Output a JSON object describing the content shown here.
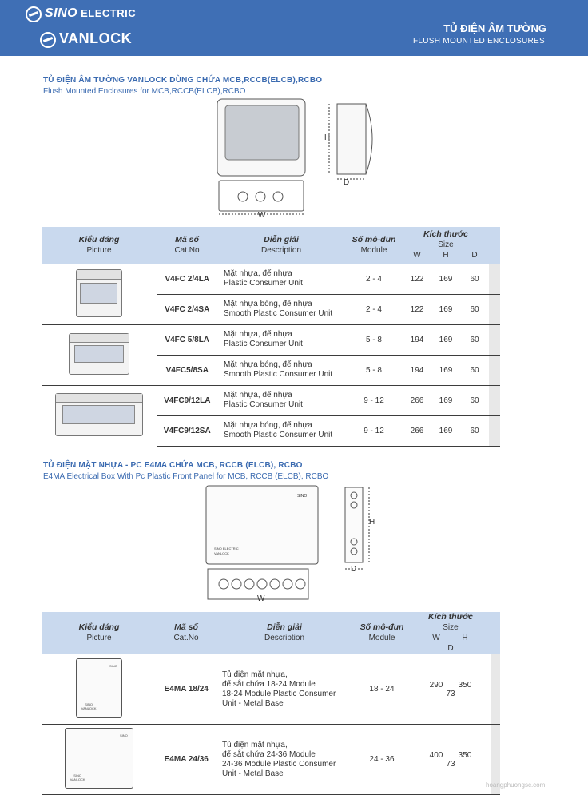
{
  "header": {
    "brand_sino": "SINO",
    "brand_electric": "ELECTRIC",
    "brand_vanlock": "VANLOCK",
    "title_vi": "TỦ ĐIỆN ÂM TƯỜNG",
    "title_en": "FLUSH MOUNTED ENCLOSURES"
  },
  "section1": {
    "title": "TỦ ĐIỆN ÂM TƯỜNG VANLOCK DÙNG CHỨA MCB,RCCB(ELCB),RCBO",
    "subtitle": "Flush Mounted Enclosures for MCB,RCCB(ELCB),RCBO",
    "dims": {
      "h": "H",
      "d": "D",
      "w": "W"
    },
    "columns": {
      "picture_vi": "Kiểu dáng",
      "picture_en": "Picture",
      "cat_vi": "Mã số",
      "cat_en": "Cat.No",
      "desc_vi": "Diễn giải",
      "desc_en": "Description",
      "module_vi": "Số mô-đun",
      "module_en": "Module",
      "size_vi": "Kích thước",
      "size_en": "Size",
      "w": "W",
      "h": "H",
      "d": "D"
    },
    "rows": [
      {
        "cat": "V4FC 2/4LA",
        "desc_vi": "Mặt nhựa, đế nhựa",
        "desc_en": "Plastic Consumer Unit",
        "module": "2 - 4",
        "w": "122",
        "h": "169",
        "d": "60"
      },
      {
        "cat": "V4FC 2/4SA",
        "desc_vi": "Mặt nhựa bóng, đế nhựa",
        "desc_en": "Smooth Plastic Consumer Unit",
        "module": "2 - 4",
        "w": "122",
        "h": "169",
        "d": "60"
      },
      {
        "cat": "V4FC 5/8LA",
        "desc_vi": "Mặt nhựa, đế nhựa",
        "desc_en": "Plastic Consumer Unit",
        "module": "5 - 8",
        "w": "194",
        "h": "169",
        "d": "60"
      },
      {
        "cat": "V4FC5/8SA",
        "desc_vi": "Mặt nhựa bóng, đế nhựa",
        "desc_en": "Smooth Plastic Consumer Unit",
        "module": "5 - 8",
        "w": "194",
        "h": "169",
        "d": "60"
      },
      {
        "cat": "V4FC9/12LA",
        "desc_vi": "Mặt nhựa, đế nhựa",
        "desc_en": "Plastic Consumer Unit",
        "module": "9 - 12",
        "w": "266",
        "h": "169",
        "d": "60"
      },
      {
        "cat": "V4FC9/12SA",
        "desc_vi": "Mặt nhựa bóng, đế nhựa",
        "desc_en": "Smooth Plastic Consumer Unit",
        "module": "9 - 12",
        "w": "266",
        "h": "169",
        "d": "60"
      }
    ]
  },
  "section2": {
    "title": "TỦ ĐIỆN MẶT NHỰA - PC E4MA CHỨA MCB, RCCB (ELCB), RCBO",
    "subtitle": "E4MA Electrical Box With Pc Plastic Front Panel for MCB, RCCB (ELCB), RCBO",
    "dims": {
      "h": "H",
      "d": "D",
      "w": "W"
    },
    "columns": {
      "picture_vi": "Kiểu dáng",
      "picture_en": "Picture",
      "cat_vi": "Mã số",
      "cat_en": "Cat.No",
      "desc_vi": "Diễn giải",
      "desc_en": "Description",
      "module_vi": "Số mô-đun",
      "module_en": "Module",
      "size_vi": "Kích thước",
      "size_en": "Size",
      "w": "W",
      "h": "H",
      "d": "D"
    },
    "rows": [
      {
        "cat": "E4MA 18/24",
        "desc_l1": "Tủ điện mặt nhựa,",
        "desc_l2": "đế sắt chứa 18-24 Module",
        "desc_l3": "18-24 Module Plastic Consumer",
        "desc_l4": "Unit - Metal Base",
        "module": "18 - 24",
        "w": "290",
        "h": "350",
        "d": "73"
      },
      {
        "cat": "E4MA 24/36",
        "desc_l1": "Tủ điện mặt nhựa,",
        "desc_l2": "đế sắt chứa 24-36 Module",
        "desc_l3": "24-36 Module Plastic Consumer",
        "desc_l4": "Unit - Metal Base",
        "module": "24 - 36",
        "w": "400",
        "h": "350",
        "d": "73"
      }
    ]
  },
  "watermark": "hoangphuongsc.com"
}
